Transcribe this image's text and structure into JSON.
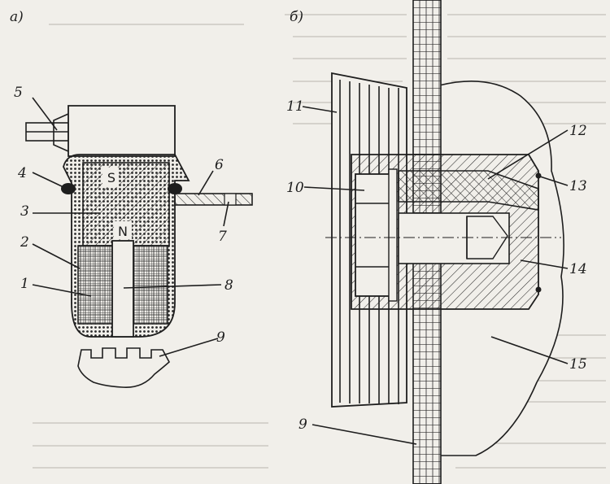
{
  "panels": {
    "a": {
      "label": "а)"
    },
    "b": {
      "label": "б)"
    }
  },
  "poles": {
    "south": "S",
    "north": "N"
  },
  "callouts_a": [
    "5",
    "4",
    "3",
    "2",
    "1",
    "6",
    "7",
    "8",
    "9"
  ],
  "callouts_b": [
    "11",
    "10",
    "12",
    "13",
    "14",
    "15",
    "9"
  ],
  "colors": {
    "ink": "#1e1e1e",
    "paper": "#f1efea",
    "bleed_text": "#b9b6ae"
  }
}
